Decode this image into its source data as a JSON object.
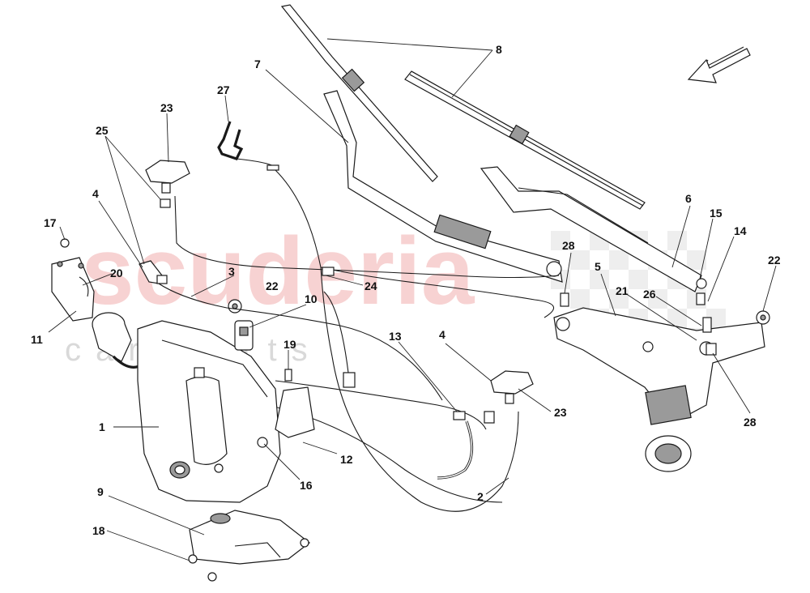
{
  "watermark": {
    "brand": "scuderia",
    "tagline": "car parts"
  },
  "callouts": [
    "1",
    "2",
    "3",
    "4",
    "4",
    "5",
    "6",
    "7",
    "8",
    "9",
    "10",
    "11",
    "12",
    "13",
    "14",
    "15",
    "16",
    "17",
    "18",
    "19",
    "20",
    "21",
    "22",
    "22",
    "23",
    "23",
    "24",
    "25",
    "26",
    "27",
    "28",
    "28"
  ]
}
